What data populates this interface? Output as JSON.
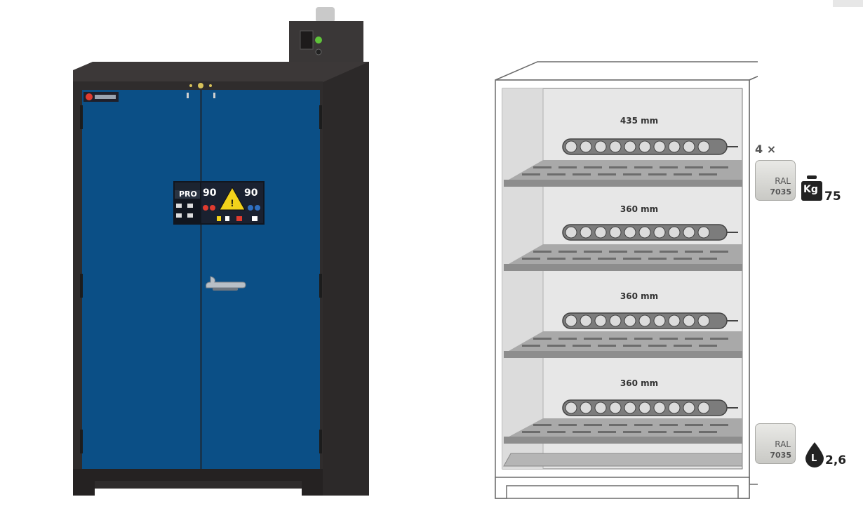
{
  "colors": {
    "body_anthracite": "#2f2c2c",
    "door_blue": "#0b4f86",
    "shelf_gray": "#8d8d8d",
    "interior_gray": "#e7e7e7",
    "accent_warning_yellow": "#f2d21b"
  },
  "front_view": {
    "door_label": {
      "grade_text": "PRO",
      "rating_left": "90",
      "rating_right": "90"
    }
  },
  "interior_view": {
    "shelf_heights": [
      "435 mm",
      "360 mm",
      "360 mm",
      "360 mm"
    ],
    "shelves": {
      "count_text": "4 ×",
      "ral_top": "RAL",
      "ral_bottom": "7035",
      "weight_icon_text": "Kg",
      "load_value": "75"
    },
    "sump": {
      "ral_top": "RAL",
      "ral_bottom": "7035",
      "liquid_icon_text": "L",
      "volume_value": "2,6"
    }
  }
}
